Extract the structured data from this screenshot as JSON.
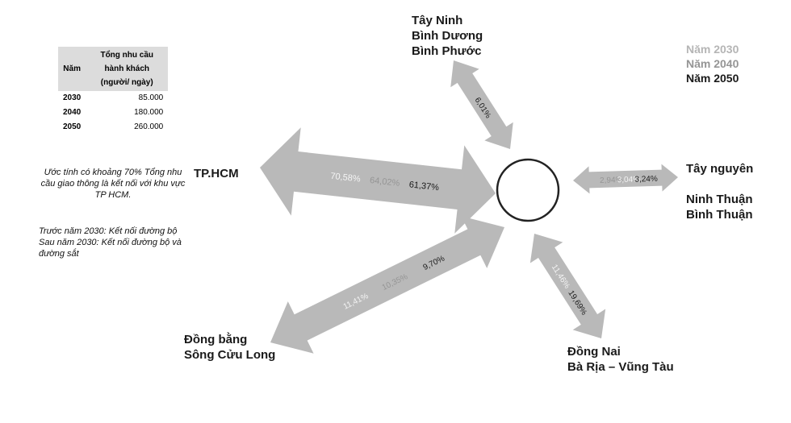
{
  "table": {
    "headers": [
      "Năm",
      "Tổng nhu cầu hành khách (người/ ngày)"
    ],
    "rows": [
      [
        "2030",
        "85.000"
      ],
      [
        "2040",
        "180.000"
      ],
      [
        "2050",
        "260.000"
      ]
    ]
  },
  "notes": {
    "estimate": "Ước tính có khoảng 70% Tổng nhu cầu giao thông là kết nối với khu vực TP HCM.",
    "line1": "Trước năm 2030: Kết nối đường bộ",
    "line2": "Sau năm 2030: Kết nối đường bộ và đường sắt"
  },
  "legend": [
    {
      "label": "Năm 2030",
      "color": "#b5b5b5"
    },
    {
      "label": "Năm 2040",
      "color": "#959595"
    },
    {
      "label": "Năm 2050",
      "color": "#1a1a1a"
    }
  ],
  "places": {
    "north1": "Tây Ninh",
    "north2": "Bình Dương",
    "north3": "Bình Phước",
    "hcm": "TP.HCM",
    "east1": "Tây nguyên",
    "east2": "Ninh Thuận",
    "east3": "Bình Thuận",
    "sw1": "Đồng bằng",
    "sw2": "Sông Cửu Long",
    "se1": "Đồng Nai",
    "se2": "Bà Rịa – Vũng Tàu"
  },
  "colors": {
    "arrow": "#b9b9b9",
    "hub": "#222222"
  },
  "flows": [
    {
      "id": "hcm",
      "labels": [
        {
          "year": "2030",
          "text": "70,58%"
        },
        {
          "year": "2040",
          "text": "64,02%"
        },
        {
          "year": "2050",
          "text": "61,37%"
        }
      ]
    },
    {
      "id": "north",
      "labels": [
        {
          "year": "2050",
          "text": "6,01%"
        }
      ]
    },
    {
      "id": "east",
      "labels": [
        {
          "year": "2040",
          "text": "2,94%"
        },
        {
          "year": "2030",
          "text": "3,04%"
        },
        {
          "year": "2050",
          "text": "3,24%"
        }
      ]
    },
    {
      "id": "sw",
      "labels": [
        {
          "year": "2030",
          "text": "11,41%"
        },
        {
          "year": "2040",
          "text": "10,35%"
        },
        {
          "year": "2050",
          "text": "9,70%"
        }
      ]
    },
    {
      "id": "se",
      "labels": [
        {
          "year": "2030",
          "text": "11,46%"
        },
        {
          "year": "2050",
          "text": "19,69%"
        }
      ]
    }
  ]
}
